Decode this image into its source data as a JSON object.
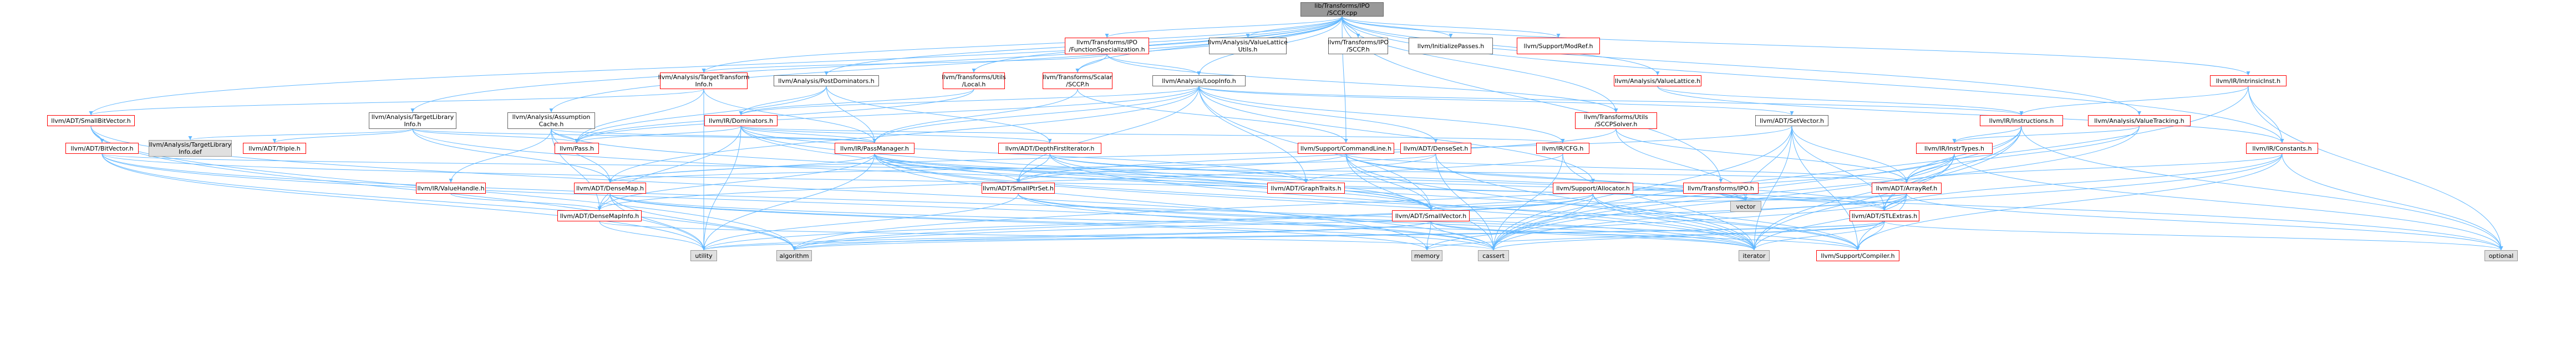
{
  "diagram": {
    "title": "",
    "colors": {
      "edge": "#63b8ff",
      "node_border": "#666666",
      "node_border_missing": "#ff0000",
      "root_fill": "#999999",
      "system_header_fill": "#e0e0e0"
    },
    "nodes": [
      {
        "id": "root",
        "label": "lib/Transforms/IPO\n/SCCP.cpp",
        "kind": "root"
      },
      {
        "id": "ipo_funcspec",
        "label": "llvm/Transforms/IPO\n/FunctionSpecialization.h",
        "kind": "linked"
      },
      {
        "id": "vlu",
        "label": "llvm/Analysis/ValueLattice\nUtils.h",
        "kind": "plain"
      },
      {
        "id": "ipo_sccp",
        "label": "llvm/Transforms/IPO\n/SCCP.h",
        "kind": "plain"
      },
      {
        "id": "initpasses",
        "label": "llvm/InitializePasses.h",
        "kind": "plain"
      },
      {
        "id": "modref",
        "label": "llvm/Support/ModRef.h",
        "kind": "linked"
      },
      {
        "id": "tti",
        "label": "llvm/Analysis/TargetTransform\nInfo.h",
        "kind": "linked"
      },
      {
        "id": "postdom",
        "label": "llvm/Analysis/PostDominators.h",
        "kind": "plain"
      },
      {
        "id": "tu_local",
        "label": "llvm/Transforms/Utils\n/Local.h",
        "kind": "linked"
      },
      {
        "id": "scalar_sccp",
        "label": "llvm/Transforms/Scalar\n/SCCP.h",
        "kind": "linked"
      },
      {
        "id": "loopinfo",
        "label": "llvm/Analysis/LoopInfo.h",
        "kind": "plain"
      },
      {
        "id": "vlattice",
        "label": "llvm/Analysis/ValueLattice.h",
        "kind": "linked"
      },
      {
        "id": "intrinsicinst",
        "label": "llvm/IR/IntrinsicInst.h",
        "kind": "linked"
      },
      {
        "id": "smallbitvector",
        "label": "llvm/ADT/SmallBitVector.h",
        "kind": "linked"
      },
      {
        "id": "tli",
        "label": "llvm/Analysis/TargetLibrary\nInfo.h",
        "kind": "plain"
      },
      {
        "id": "assumption",
        "label": "llvm/Analysis/Assumption\nCache.h",
        "kind": "plain"
      },
      {
        "id": "dominators",
        "label": "llvm/IR/Dominators.h",
        "kind": "linked"
      },
      {
        "id": "sccpsolver",
        "label": "llvm/Transforms/Utils\n/SCCPSolver.h",
        "kind": "linked"
      },
      {
        "id": "setvector",
        "label": "llvm/ADT/SetVector.h",
        "kind": "plain"
      },
      {
        "id": "instructions",
        "label": "llvm/IR/Instructions.h",
        "kind": "linked"
      },
      {
        "id": "valuetracking",
        "label": "llvm/Analysis/ValueTracking.h",
        "kind": "linked"
      },
      {
        "id": "bitvector",
        "label": "llvm/ADT/BitVector.h",
        "kind": "linked"
      },
      {
        "id": "tli_def",
        "label": "llvm/Analysis/TargetLibrary\nInfo.def",
        "kind": "system"
      },
      {
        "id": "triple",
        "label": "llvm/ADT/Triple.h",
        "kind": "linked"
      },
      {
        "id": "pass",
        "label": "llvm/Pass.h",
        "kind": "linked"
      },
      {
        "id": "passmanager",
        "label": "llvm/IR/PassManager.h",
        "kind": "linked"
      },
      {
        "id": "dfi",
        "label": "llvm/ADT/DepthFirstIterator.h",
        "kind": "linked"
      },
      {
        "id": "cmdline",
        "label": "llvm/Support/CommandLine.h",
        "kind": "linked"
      },
      {
        "id": "denseset",
        "label": "llvm/ADT/DenseSet.h",
        "kind": "linked"
      },
      {
        "id": "cfg",
        "label": "llvm/IR/CFG.h",
        "kind": "linked"
      },
      {
        "id": "instrtypes",
        "label": "llvm/IR/InstrTypes.h",
        "kind": "linked"
      },
      {
        "id": "constants",
        "label": "llvm/IR/Constants.h",
        "kind": "linked"
      },
      {
        "id": "valuehandle",
        "label": "llvm/IR/ValueHandle.h",
        "kind": "linked"
      },
      {
        "id": "densemap",
        "label": "llvm/ADT/DenseMap.h",
        "kind": "linked"
      },
      {
        "id": "smallptrset",
        "label": "llvm/ADT/SmallPtrSet.h",
        "kind": "linked"
      },
      {
        "id": "graphtraits",
        "label": "llvm/ADT/GraphTraits.h",
        "kind": "linked"
      },
      {
        "id": "allocator",
        "label": "llvm/Support/Allocator.h",
        "kind": "linked"
      },
      {
        "id": "ipo_h",
        "label": "llvm/Transforms/IPO.h",
        "kind": "linked"
      },
      {
        "id": "arrayref",
        "label": "llvm/ADT/ArrayRef.h",
        "kind": "linked"
      },
      {
        "id": "densemapinfo",
        "label": "llvm/ADT/DenseMapInfo.h",
        "kind": "linked"
      },
      {
        "id": "smallvector",
        "label": "llvm/ADT/SmallVector.h",
        "kind": "linked"
      },
      {
        "id": "stlextras",
        "label": "llvm/ADT/STLExtras.h",
        "kind": "linked"
      },
      {
        "id": "vector",
        "label": "vector",
        "kind": "system"
      },
      {
        "id": "utility",
        "label": "utility",
        "kind": "system"
      },
      {
        "id": "algorithm",
        "label": "algorithm",
        "kind": "system"
      },
      {
        "id": "memory",
        "label": "memory",
        "kind": "system"
      },
      {
        "id": "cassert",
        "label": "cassert",
        "kind": "system"
      },
      {
        "id": "iterator",
        "label": "iterator",
        "kind": "system"
      },
      {
        "id": "compiler",
        "label": "llvm/Support/Compiler.h",
        "kind": "linked"
      },
      {
        "id": "optional",
        "label": "optional",
        "kind": "system"
      }
    ],
    "edges": [
      [
        "root",
        "ipo_funcspec"
      ],
      [
        "root",
        "vlu"
      ],
      [
        "root",
        "ipo_sccp"
      ],
      [
        "root",
        "initpasses"
      ],
      [
        "root",
        "modref"
      ],
      [
        "root",
        "tti"
      ],
      [
        "root",
        "postdom"
      ],
      [
        "root",
        "tu_local"
      ],
      [
        "root",
        "scalar_sccp"
      ],
      [
        "root",
        "loopinfo"
      ],
      [
        "root",
        "vlattice"
      ],
      [
        "root",
        "intrinsicinst"
      ],
      [
        "root",
        "tli"
      ],
      [
        "root",
        "assumption"
      ],
      [
        "root",
        "sccpsolver"
      ],
      [
        "root",
        "valuetracking"
      ],
      [
        "root",
        "constants"
      ],
      [
        "root",
        "cmdline"
      ],
      [
        "root",
        "ipo_h"
      ],
      [
        "root",
        "smallbitvector"
      ],
      [
        "ipo_funcspec",
        "tti"
      ],
      [
        "ipo_funcspec",
        "scalar_sccp"
      ],
      [
        "ipo_funcspec",
        "loopinfo"
      ],
      [
        "ipo_funcspec",
        "sccpsolver"
      ],
      [
        "tti",
        "smallbitvector"
      ],
      [
        "tti",
        "passmanager"
      ],
      [
        "tti",
        "pass"
      ],
      [
        "tti",
        "utility"
      ],
      [
        "postdom",
        "dfi"
      ],
      [
        "postdom",
        "dominators"
      ],
      [
        "postdom",
        "passmanager"
      ],
      [
        "postdom",
        "pass"
      ],
      [
        "tu_local",
        "dominators"
      ],
      [
        "tu_local",
        "pass"
      ],
      [
        "scalar_sccp",
        "passmanager"
      ],
      [
        "scalar_sccp",
        "cmdline"
      ],
      [
        "loopinfo",
        "densemap"
      ],
      [
        "loopinfo",
        "denseset"
      ],
      [
        "loopinfo",
        "setvector"
      ],
      [
        "loopinfo",
        "smallptrset"
      ],
      [
        "loopinfo",
        "smallvector"
      ],
      [
        "loopinfo",
        "graphtraits"
      ],
      [
        "loopinfo",
        "cfg"
      ],
      [
        "loopinfo",
        "instructions"
      ],
      [
        "loopinfo",
        "passmanager"
      ],
      [
        "loopinfo",
        "pass"
      ],
      [
        "loopinfo",
        "allocator"
      ],
      [
        "loopinfo",
        "dominators"
      ],
      [
        "vlattice",
        "instructions"
      ],
      [
        "vlattice",
        "constants"
      ],
      [
        "intrinsicinst",
        "instructions"
      ],
      [
        "intrinsicinst",
        "constants"
      ],
      [
        "intrinsicinst",
        "optional"
      ],
      [
        "intrinsicinst",
        "cassert"
      ],
      [
        "smallbitvector",
        "bitvector"
      ],
      [
        "smallbitvector",
        "utility"
      ],
      [
        "smallbitvector",
        "algorithm"
      ],
      [
        "smallbitvector",
        "cassert"
      ],
      [
        "tli",
        "tli_def"
      ],
      [
        "tli",
        "triple"
      ],
      [
        "tli",
        "pass"
      ],
      [
        "tli",
        "passmanager"
      ],
      [
        "tli",
        "densemap"
      ],
      [
        "tli",
        "optional"
      ],
      [
        "assumption",
        "densemap"
      ],
      [
        "assumption",
        "smallvector"
      ],
      [
        "assumption",
        "valuehandle"
      ],
      [
        "assumption",
        "passmanager"
      ],
      [
        "assumption",
        "pass"
      ],
      [
        "assumption",
        "densemapinfo"
      ],
      [
        "dominators",
        "densemapinfo"
      ],
      [
        "dominators",
        "dfi"
      ],
      [
        "dominators",
        "graphtraits"
      ],
      [
        "dominators",
        "smallvector"
      ],
      [
        "dominators",
        "cfg"
      ],
      [
        "dominators",
        "passmanager"
      ],
      [
        "dominators",
        "pass"
      ],
      [
        "dominators",
        "utility"
      ],
      [
        "dominators",
        "compiler"
      ],
      [
        "sccpsolver",
        "smallptrset"
      ],
      [
        "sccpsolver",
        "arrayref"
      ],
      [
        "sccpsolver",
        "vector"
      ],
      [
        "setvector",
        "arrayref"
      ],
      [
        "setvector",
        "densemap"
      ],
      [
        "setvector",
        "stlextras"
      ],
      [
        "setvector",
        "compiler"
      ],
      [
        "setvector",
        "cassert"
      ],
      [
        "setvector",
        "iterator"
      ],
      [
        "setvector",
        "vector"
      ],
      [
        "instructions",
        "arrayref"
      ],
      [
        "instructions",
        "stlextras"
      ],
      [
        "instructions",
        "instrtypes"
      ],
      [
        "instructions",
        "optional"
      ],
      [
        "instructions",
        "iterator"
      ],
      [
        "instructions",
        "cassert"
      ],
      [
        "valuetracking",
        "arrayref"
      ],
      [
        "valuetracking",
        "smallset_dummy"
      ],
      [
        "valuetracking",
        "instrtypes"
      ],
      [
        "valuetracking",
        "cassert"
      ],
      [
        "bitvector",
        "arrayref"
      ],
      [
        "bitvector",
        "stlextras"
      ],
      [
        "bitvector",
        "algorithm"
      ],
      [
        "bitvector",
        "cassert"
      ],
      [
        "bitvector",
        "utility"
      ],
      [
        "bitvector",
        "iterator"
      ],
      [
        "passmanager",
        "densemap"
      ],
      [
        "passmanager",
        "smallptrset"
      ],
      [
        "passmanager",
        "smallvector"
      ],
      [
        "passmanager",
        "stlextras"
      ],
      [
        "passmanager",
        "densemapinfo"
      ],
      [
        "passmanager",
        "compiler"
      ],
      [
        "passmanager",
        "utility"
      ],
      [
        "passmanager",
        "vector"
      ],
      [
        "passmanager",
        "memory"
      ],
      [
        "passmanager",
        "iterator"
      ],
      [
        "dfi",
        "smallptrset"
      ],
      [
        "dfi",
        "graphtraits"
      ],
      [
        "dfi",
        "smallvector"
      ],
      [
        "dfi",
        "vector"
      ],
      [
        "dfi",
        "iterator"
      ],
      [
        "cmdline",
        "smallptrset"
      ],
      [
        "cmdline",
        "smallvector"
      ],
      [
        "cmdline",
        "stlextras"
      ],
      [
        "cmdline",
        "arrayref"
      ],
      [
        "cmdline",
        "cassert"
      ],
      [
        "cmdline",
        "vector"
      ],
      [
        "cmdline",
        "iterator"
      ],
      [
        "denseset",
        "densemap"
      ],
      [
        "denseset",
        "densemapinfo"
      ],
      [
        "denseset",
        "cassert"
      ],
      [
        "denseset",
        "iterator"
      ],
      [
        "cfg",
        "graphtraits"
      ],
      [
        "cfg",
        "iterator"
      ],
      [
        "cfg",
        "cassert"
      ],
      [
        "instrtypes",
        "arrayref"
      ],
      [
        "instrtypes",
        "stlextras"
      ],
      [
        "instrtypes",
        "optional"
      ],
      [
        "instrtypes",
        "algorithm"
      ],
      [
        "instrtypes",
        "cassert"
      ],
      [
        "instrtypes",
        "iterator"
      ],
      [
        "constants",
        "arrayref"
      ],
      [
        "constants",
        "stlextras"
      ],
      [
        "constants",
        "compiler"
      ],
      [
        "constants",
        "optional"
      ],
      [
        "constants",
        "cassert"
      ],
      [
        "valuehandle",
        "densemapinfo"
      ],
      [
        "densemap",
        "densemapinfo"
      ],
      [
        "densemap",
        "algorithm"
      ],
      [
        "densemap",
        "memory"
      ],
      [
        "densemap",
        "cassert"
      ],
      [
        "densemap",
        "iterator"
      ],
      [
        "densemap",
        "utility"
      ],
      [
        "smallptrset",
        "compiler"
      ],
      [
        "smallptrset",
        "cassert"
      ],
      [
        "smallptrset",
        "iterator"
      ],
      [
        "smallptrset",
        "utility"
      ],
      [
        "allocator",
        "smallvector"
      ],
      [
        "allocator",
        "compiler"
      ],
      [
        "allocator",
        "algorithm"
      ],
      [
        "allocator",
        "cassert"
      ],
      [
        "allocator",
        "iterator"
      ],
      [
        "allocator",
        "utility"
      ],
      [
        "ipo_h",
        "vector"
      ],
      [
        "arrayref",
        "smallvector"
      ],
      [
        "arrayref",
        "stlextras"
      ],
      [
        "arrayref",
        "compiler"
      ],
      [
        "arrayref",
        "algorithm"
      ],
      [
        "arrayref",
        "iterator"
      ],
      [
        "arrayref",
        "memory"
      ],
      [
        "arrayref",
        "optional"
      ],
      [
        "arrayref",
        "vector"
      ],
      [
        "densemapinfo",
        "utility"
      ],
      [
        "densemapinfo",
        "cassert"
      ],
      [
        "smallvector",
        "compiler"
      ],
      [
        "smallvector",
        "algorithm"
      ],
      [
        "smallvector",
        "cassert"
      ],
      [
        "smallvector",
        "iterator"
      ],
      [
        "smallvector",
        "memory"
      ],
      [
        "smallvector",
        "utility"
      ],
      [
        "stlextras",
        "compiler"
      ],
      [
        "stlextras",
        "algorithm"
      ],
      [
        "stlextras",
        "cassert"
      ],
      [
        "stlextras",
        "iterator"
      ],
      [
        "stlextras",
        "memory"
      ],
      [
        "stlextras",
        "utility"
      ],
      [
        "stlextras",
        "optional"
      ]
    ]
  }
}
